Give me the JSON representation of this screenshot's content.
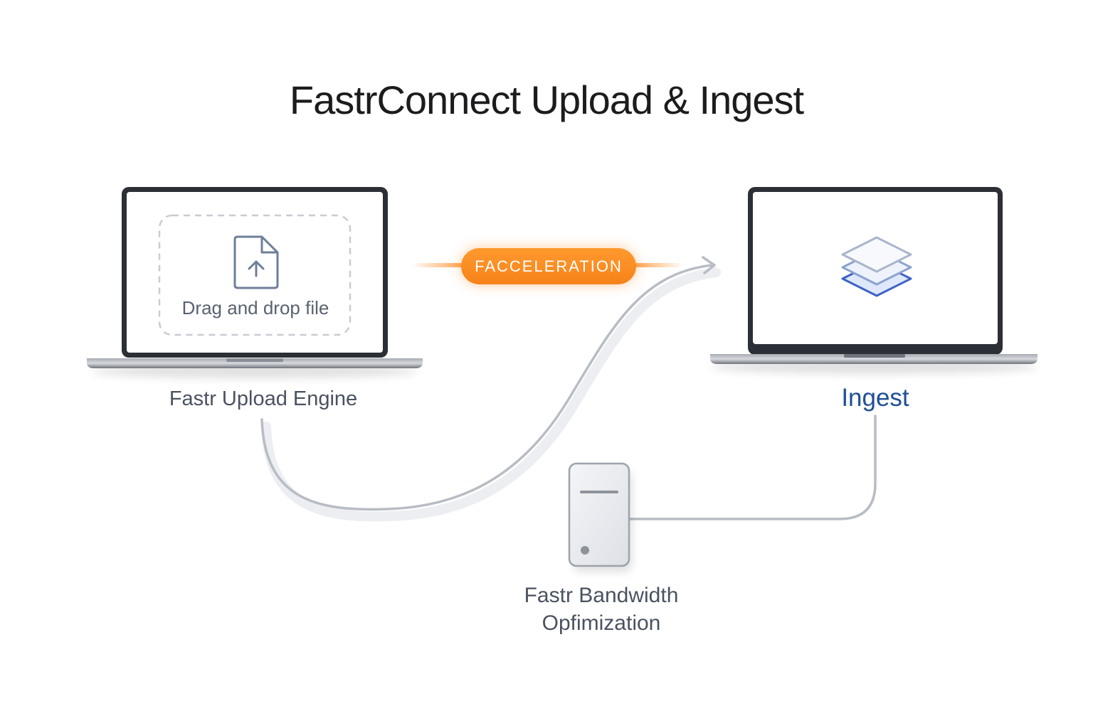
{
  "title": "FastrConnect Upload & Ingest",
  "upload_engine": {
    "label": "Fastr Upload Engine",
    "drop_zone_text": "Drag and drop file",
    "drop_zone_icon": "file-upload-icon"
  },
  "ingest": {
    "label": "Ingest",
    "icon": "layers-icon"
  },
  "acceleration_badge": "FACCELERATION",
  "bandwidth_server": {
    "label_line1": "Fastr Bandwidth",
    "label_line2": "Opfimization",
    "icon": "server-icon"
  },
  "colors": {
    "accent_orange": "#f7821a",
    "ingest_blue": "#1f4f96",
    "layers_blue": "#3e63c4",
    "connector_gray": "#b8bcc4",
    "text_dark": "#1c1c1e",
    "text_gray": "#4a5260"
  }
}
